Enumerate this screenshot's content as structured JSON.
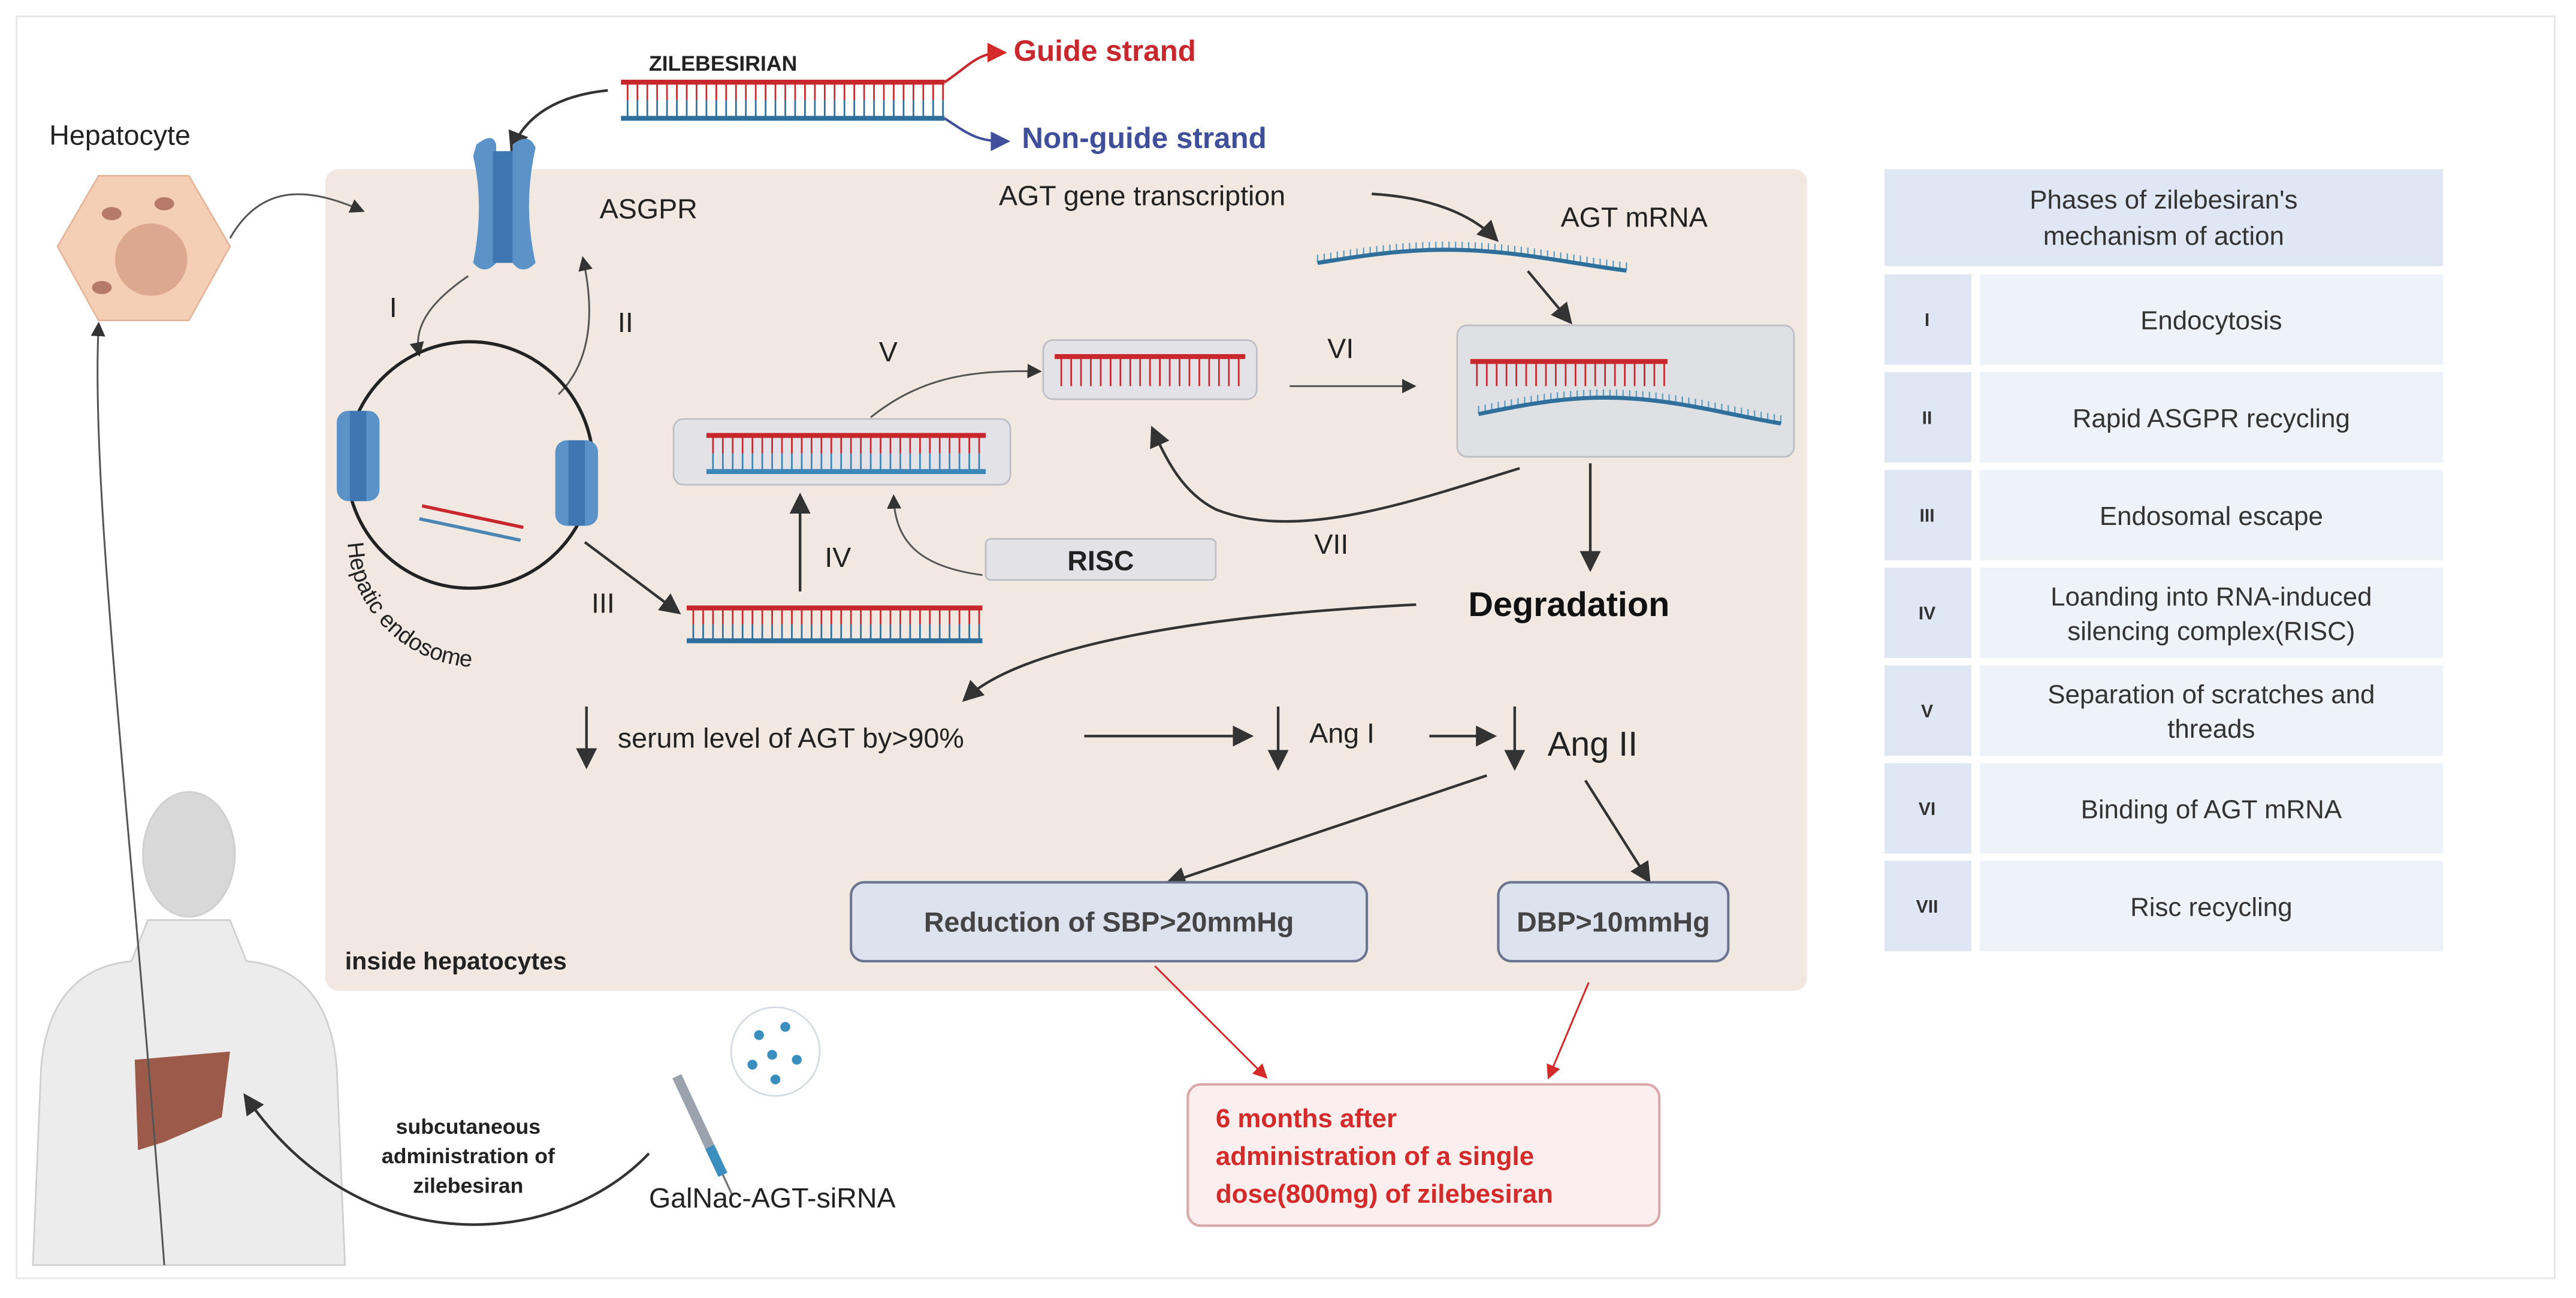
{
  "title_labels": {
    "hepatocyte": "Hepatocyte",
    "drug": "ZILEBESIRIAN",
    "guide_strand": "Guide strand",
    "non_guide_strand": "Non-guide strand",
    "asgpr": "ASGPR",
    "hepatic_endosome": "Hepatic endosome",
    "agt_transcription": "AGT gene transcription",
    "agt_mrna": "AGT mRNA",
    "risc": "RISC",
    "degradation": "Degradation",
    "serum": "serum level of AGT by>90%",
    "ang1": "Ang I",
    "ang2": "Ang II",
    "sbp": "Reduction of SBP>20mmHg",
    "dbp": "DBP>10mmHg",
    "inside": "inside hepatocytes",
    "subcutaneous": [
      "subcutaneous",
      "administration of",
      "zilebesiran"
    ],
    "galnac": "GalNac-AGT-siRNA",
    "outcome": [
      "6 months after",
      "administration of a single",
      "dose(800mg) of zilebesiran"
    ]
  },
  "steps": {
    "I": "I",
    "II": "II",
    "III": "III",
    "IV": "IV",
    "V": "V",
    "VI": "VI",
    "VII": "VII"
  },
  "table": {
    "header": [
      "Phases of zilebesiran's",
      "mechanism of action"
    ],
    "rows": [
      {
        "num": "I",
        "text": [
          "Endocytosis"
        ]
      },
      {
        "num": "II",
        "text": [
          "Rapid ASGPR  recycling"
        ]
      },
      {
        "num": "III",
        "text": [
          "Endosomal escape"
        ]
      },
      {
        "num": "IV",
        "text": [
          "Loanding into RNA-induced",
          "silencing complex(RISC)"
        ]
      },
      {
        "num": "V",
        "text": [
          "Separation of scratches and",
          "threads"
        ]
      },
      {
        "num": "VI",
        "text": [
          "Binding of AGT mRNA"
        ]
      },
      {
        "num": "VII",
        "text": [
          "Risc recycling"
        ]
      }
    ]
  },
  "colors": {
    "guide": "#c8282d",
    "non_guide": "#3f4f9a",
    "receptor": "#5b93c9",
    "panel": "#f2e8e2",
    "table_header": "#dfe7f5",
    "outcome_text": "#d42a2a"
  }
}
